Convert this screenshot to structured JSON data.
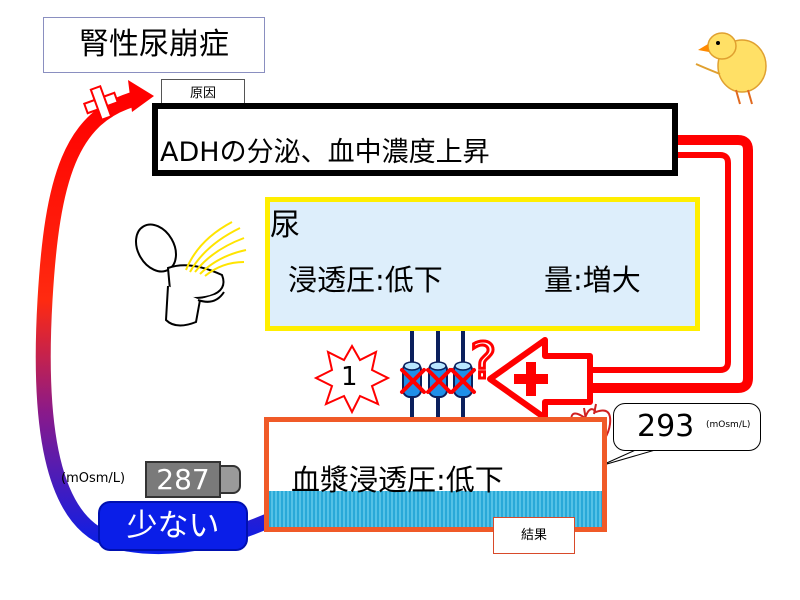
{
  "title": "腎性尿崩症",
  "cause_tag": "原因",
  "result_tag": "結果",
  "adh_box": {
    "text": "ADHの分泌、血中濃度上昇"
  },
  "urine_box": {
    "title": "尿",
    "osmotic_pressure": "浸透圧:低下",
    "volume": "量:増大"
  },
  "plasma_box": {
    "text": "血漿浸透圧:低下"
  },
  "plasma_callout": {
    "value": "293",
    "unit": "(mOsm/L)"
  },
  "gauge": {
    "value": "287",
    "unit": "(mOsm/L)"
  },
  "low_badge": "少ない",
  "star_number": "1",
  "signs": {
    "plus": "+",
    "question": "?"
  },
  "colors": {
    "adh_border": "#000000",
    "urine_border": "#ffee00",
    "urine_fill": "#ddeefb",
    "plasma_border": "#f05a28",
    "red_arrow": "#ff1a1a",
    "blue_badge": "#0a1ee8"
  },
  "icons": [
    "toilet-icon",
    "chick-icon",
    "heart-icon",
    "aquaporin-channel-icon",
    "block-x-icon",
    "up-arrow-icon",
    "explosion-star-icon"
  ]
}
